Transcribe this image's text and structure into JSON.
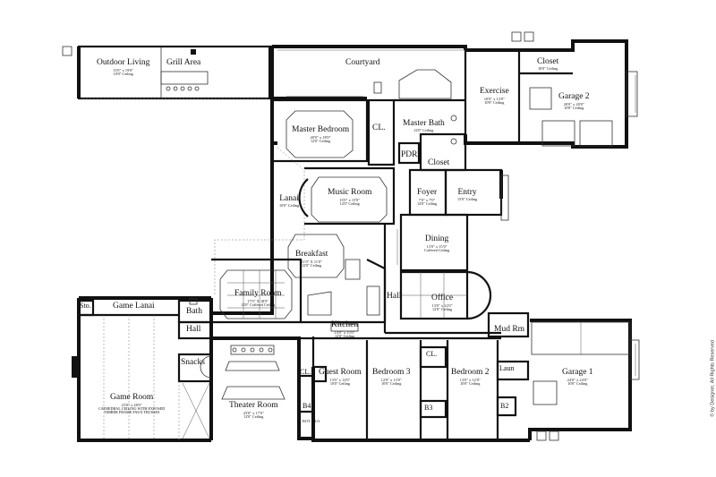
{
  "rooms": {
    "outdoor_living": {
      "name": "Outdoor Living",
      "dim": "13'0\" x 19'0\"",
      "ceil": "10'0\" Ceiling"
    },
    "grill_area": {
      "name": "Grill Area"
    },
    "courtyard": {
      "name": "Courtyard"
    },
    "exercise": {
      "name": "Exercise",
      "dim": "10'0\" x 13'0\"",
      "ceil": "10'0\" Ceiling"
    },
    "closet_garage2": {
      "name": "Closet",
      "ceil": "10'0\" Ceiling"
    },
    "garage2": {
      "name": "Garage 2",
      "dim": "20'0\" x 20'0\"",
      "ceil": "10'0\" Ceiling"
    },
    "master_bedroom": {
      "name": "Master Bedroom",
      "dim": "20'0\" x 18'0\"",
      "ceil": "12'0\" Ceiling"
    },
    "cl_master": {
      "name": "CL."
    },
    "master_bath": {
      "name": "Master Bath",
      "ceil": "12'0\" Ceiling"
    },
    "pdr": {
      "name": "PDR"
    },
    "closet_master": {
      "name": "Closet"
    },
    "music_room": {
      "name": "Music Room",
      "dim": "13'0\" x 15'0\"",
      "ceil": "12'0\" Ceiling"
    },
    "lanai": {
      "name": "Lanai",
      "ceil": "10'0\" Ceiling"
    },
    "foyer": {
      "name": "Foyer",
      "dim": "7'0\" x 7'0\"",
      "ceil": "14'0\" Ceiling"
    },
    "entry": {
      "name": "Entry",
      "ceil": "15'0\" Ceiling"
    },
    "dining": {
      "name": "Dining",
      "dim": "13'0\" x 15'0\"",
      "ceil": "Coffered Ceiling"
    },
    "breakfast": {
      "name": "Breakfast",
      "dim": "11'0\" X 11'0\"",
      "ceil": "12'0\" Ceiling"
    },
    "family_room": {
      "name": "Family Room",
      "dim": "17'0\" X 18'0\"",
      "ceil": "12'0\" Coffered Ceiling"
    },
    "hall_main": {
      "name": "Hall"
    },
    "office": {
      "name": "Office",
      "dim": "13'0\" x 12'0\"",
      "ceil": "12'0\" Ceiling"
    },
    "kitchen": {
      "name": "Kitchen",
      "dim": "14'0\" x 15'0\"",
      "ceil": "12'0\" Ceiling"
    },
    "mud_rm": {
      "name": "Mud Rm"
    },
    "sto": {
      "name": "Sto."
    },
    "game_lanai": {
      "name": "Game Lanai"
    },
    "bath": {
      "name": "Bath"
    },
    "hall_west": {
      "name": "Hall"
    },
    "snacks": {
      "name": "Snacks"
    },
    "game_room": {
      "name": "Game Room",
      "dim": "23'0\" x 28'0\"",
      "ceil": "CATHEDRAL CEILING WITH EXPOSED",
      "ceil2": "TIMBER FRAME FAUX TRUSSES"
    },
    "theater_room": {
      "name": "Theater Room",
      "dim": "23'0\" x 17'0\"",
      "ceil": "12'0\" Ceiling"
    },
    "cl_guest": {
      "name": "CL."
    },
    "guest_room": {
      "name": "Guest Room",
      "dim": "13'0\" x 12'0\"",
      "ceil": "10'0\" Ceiling"
    },
    "b4": {
      "name": "B4"
    },
    "b4_clo": {
      "name": "BOT. CLO."
    },
    "bedroom3": {
      "name": "Bedroom 3",
      "dim": "12'0\" x 13'0\"",
      "ceil": "10'0\" Ceiling"
    },
    "cl_b3": {
      "name": "CL."
    },
    "b3": {
      "name": "B3"
    },
    "bedroom2": {
      "name": "Bedroom 2",
      "dim": "13'0\" x 12'0\"",
      "ceil": "10'0\" Ceiling"
    },
    "laun": {
      "name": "Laun"
    },
    "b2": {
      "name": "B2"
    },
    "garage1": {
      "name": "Garage 1",
      "dim": "24'0\" x 24'0\"",
      "ceil": "10'0\" Ceiling"
    }
  },
  "copyright": "© by Designer, All Rights Reserved"
}
